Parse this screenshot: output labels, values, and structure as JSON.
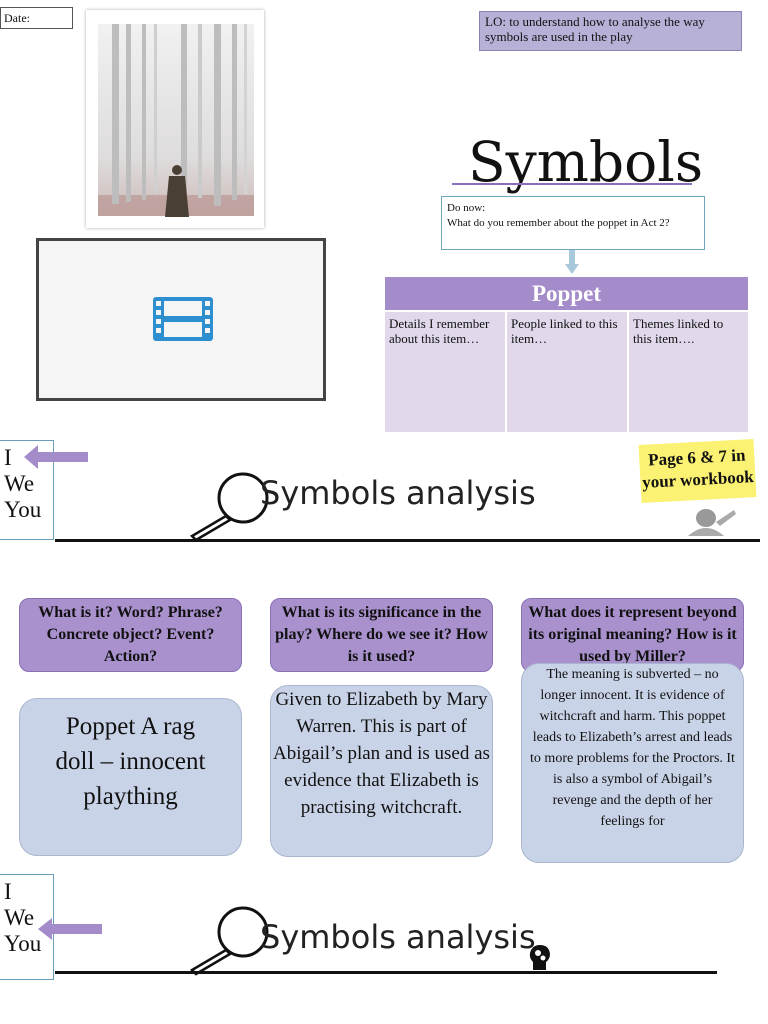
{
  "date_label": "Date:",
  "lo_text": "LO: to understand how to analyse the way symbols are used in the play",
  "main_title": "Symbols",
  "do_now": {
    "heading": "Do now:",
    "question": "What do you remember about the poppet in Act 2?"
  },
  "poppet_table": {
    "title": "Poppet",
    "columns": [
      "Details I remember about this item…",
      "People linked to this item…",
      "Themes linked to this item…."
    ]
  },
  "iwe_labels": [
    "I",
    "We",
    "You"
  ],
  "analysis_title": "Symbols analysis",
  "sticky_note": "Page 6 & 7 in your workbook",
  "questions": [
    "What is it? Word? Phrase? Concrete object? Event? Action?",
    "What is its significance in the play? Where do we see it? How is it used?",
    "What does it represent beyond its original meaning? How is it used by Miller?"
  ],
  "answers": [
    "Poppet A rag doll – innocent plaything",
    "Given to Elizabeth by Mary Warren. This is part of Abigail’s plan and is used as evidence that Elizabeth is practising witchcraft.",
    "The meaning is subverted – no longer innocent. It is evidence of witchcraft and harm. This poppet leads to Elizabeth’s arrest and leads to more problems for the Proctors. It is also a symbol of Abigail’s revenge and the depth of her feelings for"
  ],
  "colors": {
    "purple": "#a48bc9",
    "lavender": "#e1d9eb",
    "blue_box": "#c9d3e7",
    "sticky": "#fbf172"
  },
  "icons": [
    "film-icon",
    "magnifier-icon",
    "arrow-left-icon",
    "arrow-down-icon",
    "head-gears-icon",
    "thinking-figure-icon"
  ]
}
